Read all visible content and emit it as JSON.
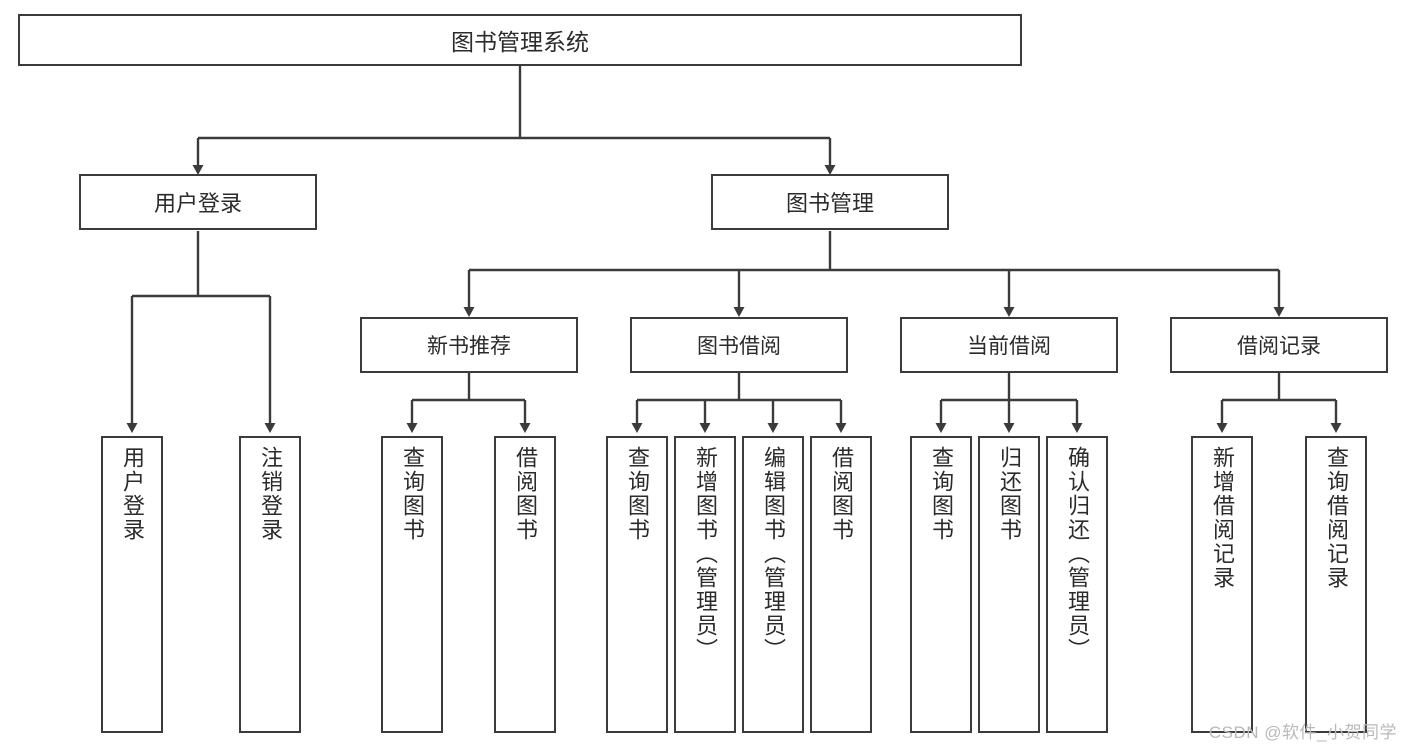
{
  "diagram": {
    "title": "图书管理系统",
    "root": {
      "label": "图书管理系统"
    },
    "level1": [
      {
        "label": "用户登录"
      },
      {
        "label": "图书管理"
      }
    ],
    "level2": [
      {
        "label": "新书推荐"
      },
      {
        "label": "图书借阅"
      },
      {
        "label": "当前借阅"
      },
      {
        "label": "借阅记录"
      }
    ],
    "leaves": [
      {
        "label": "用户登录",
        "parent": "用户登录"
      },
      {
        "label": "注销登录",
        "parent": "用户登录"
      },
      {
        "label": "查询图书",
        "parent": "新书推荐"
      },
      {
        "label": "借阅图书",
        "parent": "新书推荐"
      },
      {
        "label": "查询图书",
        "parent": "图书借阅"
      },
      {
        "label": "新增图书（管理员）",
        "parent": "图书借阅"
      },
      {
        "label": "编辑图书（管理员）",
        "parent": "图书借阅"
      },
      {
        "label": "借阅图书",
        "parent": "图书借阅"
      },
      {
        "label": "查询图书",
        "parent": "当前借阅"
      },
      {
        "label": "归还图书",
        "parent": "当前借阅"
      },
      {
        "label": "确认归还（管理员）",
        "parent": "当前借阅"
      },
      {
        "label": "新增借阅记录",
        "parent": "借阅记录"
      },
      {
        "label": "查询借阅记录",
        "parent": "借阅记录"
      }
    ]
  },
  "watermark": {
    "text": "CSDN @软件_小贺同学"
  },
  "colors": {
    "border": "#3b3b3b",
    "text": "#2b2b2b",
    "background": "#ffffff",
    "watermark": "#b9b9b9"
  }
}
